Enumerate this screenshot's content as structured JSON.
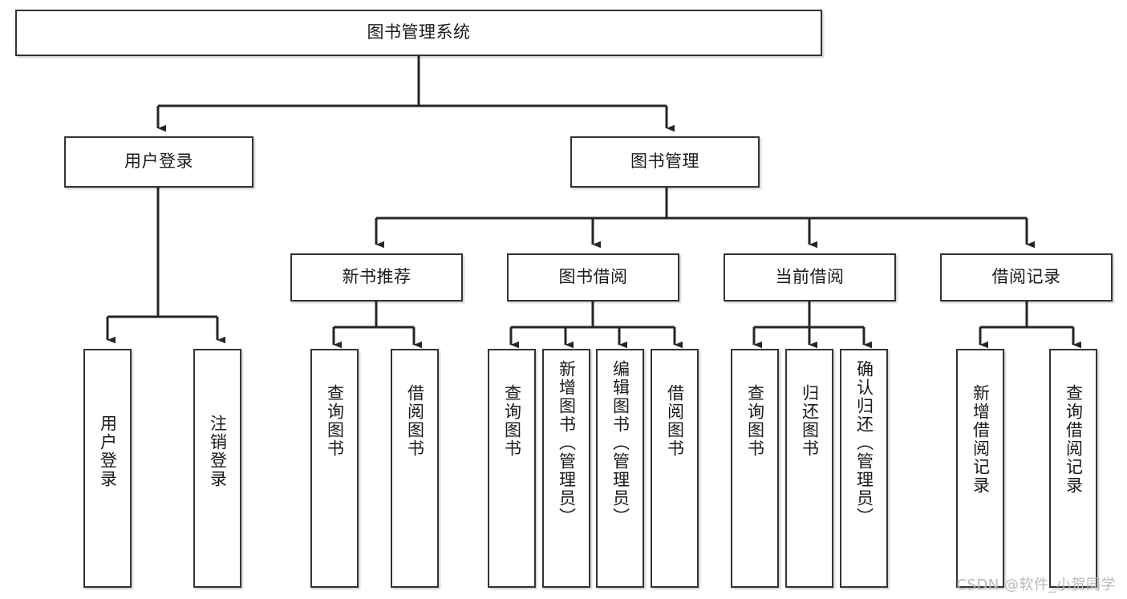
{
  "diagram": {
    "title": "图书管理系统",
    "type": "tree",
    "watermark": "CSDN @软件_小贺同学",
    "colors": {
      "box_border": "#333333",
      "box_fill": "#ffffff",
      "edge": "#262626",
      "text": "#1a1a1a",
      "watermark": "#b9b9b9"
    },
    "nodes": {
      "root": {
        "label": "图书管理系统"
      },
      "level2": [
        {
          "id": "user-login",
          "label": "用户登录"
        },
        {
          "id": "book-manage",
          "label": "图书管理"
        }
      ],
      "level3": [
        {
          "id": "new-book-rec",
          "label": "新书推荐"
        },
        {
          "id": "book-borrow",
          "label": "图书借阅"
        },
        {
          "id": "current-borrow",
          "label": "当前借阅"
        },
        {
          "id": "borrow-record",
          "label": "借阅记录"
        }
      ],
      "leaves": {
        "user_login": [
          {
            "id": "leaf-user-login",
            "label": "用户登录"
          },
          {
            "id": "leaf-logout-login",
            "label": "注销登录"
          }
        ],
        "new_book_rec": [
          {
            "id": "leaf-query-book-1",
            "label": "查询图书"
          },
          {
            "id": "leaf-borrow-book-1",
            "label": "借阅图书"
          }
        ],
        "book_borrow": [
          {
            "id": "leaf-query-book-2",
            "label": "查询图书"
          },
          {
            "id": "leaf-add-book",
            "label": "新增图书（管理员）"
          },
          {
            "id": "leaf-edit-book",
            "label": "编辑图书（管理员）"
          },
          {
            "id": "leaf-borrow-book-2",
            "label": "借阅图书"
          }
        ],
        "current_borrow": [
          {
            "id": "leaf-query-book-3",
            "label": "查询图书"
          },
          {
            "id": "leaf-return-book",
            "label": "归还图书"
          },
          {
            "id": "leaf-confirm-return",
            "label": "确认归还（管理员）"
          }
        ],
        "borrow_record": [
          {
            "id": "leaf-add-record",
            "label": "新增借阅记录"
          },
          {
            "id": "leaf-query-record",
            "label": "查询借阅记录"
          }
        ]
      }
    }
  }
}
